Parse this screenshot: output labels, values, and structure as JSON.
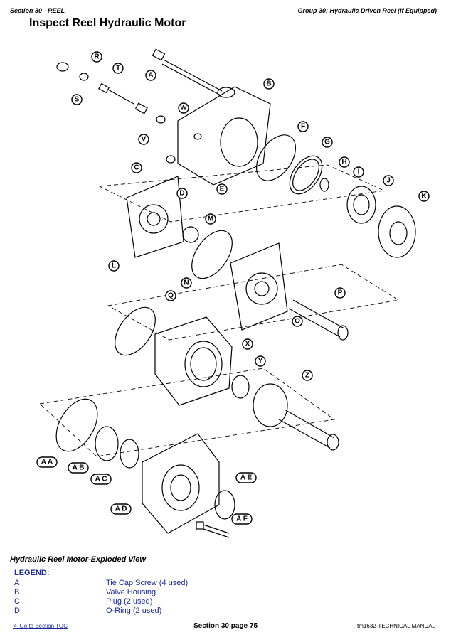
{
  "header": {
    "section": "Section 30 - REEL",
    "group": "Group 30: Hydraulic Driven Reel (If Equipped)"
  },
  "title": "Inspect Reel Hydraulic Motor",
  "figure": {
    "caption": "Hydraulic Reel Motor-Exploded View",
    "callouts": [
      {
        "label": "A"
      },
      {
        "label": "B"
      },
      {
        "label": "C"
      },
      {
        "label": "D"
      },
      {
        "label": "R"
      },
      {
        "label": "T"
      },
      {
        "label": "S"
      },
      {
        "label": "W"
      },
      {
        "label": "V"
      },
      {
        "label": "E"
      },
      {
        "label": "F"
      },
      {
        "label": "G"
      },
      {
        "label": "H"
      },
      {
        "label": "I"
      },
      {
        "label": "J"
      },
      {
        "label": "K"
      },
      {
        "label": "L"
      },
      {
        "label": "M"
      },
      {
        "label": "N"
      },
      {
        "label": "O"
      },
      {
        "label": "P"
      },
      {
        "label": "Q"
      },
      {
        "label": "X"
      },
      {
        "label": "Y"
      },
      {
        "label": "Z"
      },
      {
        "label": "AA"
      },
      {
        "label": "AB"
      },
      {
        "label": "AC"
      },
      {
        "label": "AD"
      },
      {
        "label": "AE"
      },
      {
        "label": "AF"
      }
    ]
  },
  "legend": {
    "heading": "LEGEND:",
    "items": [
      {
        "key": "A",
        "value": "Tie Cap Screw (4 used)"
      },
      {
        "key": "B",
        "value": "Valve Housing"
      },
      {
        "key": "C",
        "value": "Plug (2 used)"
      },
      {
        "key": "D",
        "value": "O-Ring (2 used)"
      }
    ]
  },
  "footer": {
    "toc_link": "<- Go to Section TOC",
    "page": "Section 30 page 75",
    "manual": "tm1632-TECHNICAL MANUAL"
  }
}
